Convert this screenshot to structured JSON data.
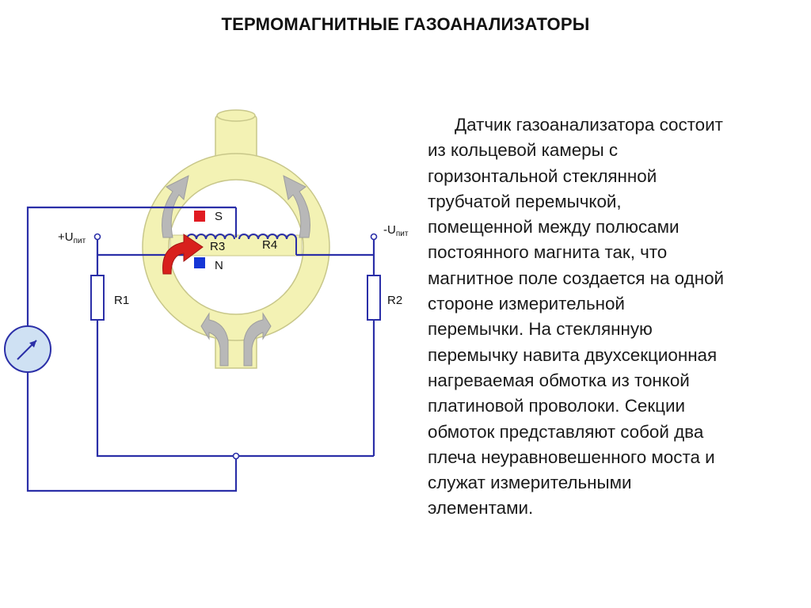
{
  "title": "ТЕРМОМАГНИТНЫЕ ГАЗОАНАЛИЗАТОРЫ",
  "diagram": {
    "labels": {
      "supply_plus": "+U",
      "supply_plus_sub": "пит",
      "supply_minus": "-U",
      "supply_minus_sub": "пит",
      "r1": "R1",
      "r2": "R2",
      "r3": "R3",
      "r4": "R4",
      "pole_s": "S",
      "pole_n": "N"
    },
    "colors": {
      "wire": "#2b2fa8",
      "chamber": "#f3f2b4",
      "chamber_stroke": "#c8c78a",
      "gas_arrow": "#b8b8b8",
      "heated_arrow": "#d8201c",
      "pole_s": "#e01b22",
      "pole_n": "#1536d6",
      "meter": "#cfe1f3"
    },
    "icons": [
      "galvanometer-icon",
      "flow-arrow-icon",
      "heated-flow-arrow-icon",
      "magnet-pole-icon"
    ]
  },
  "description_lines": [
    "Датчик газоанализатора состоит",
    "из кольцевой камеры с",
    "горизонтальной стеклянной",
    "трубчатой перемычкой,",
    "помещенной между полюсами",
    "постоянного магнита так, что",
    "магнитное поле создается на одной",
    "стороне измерительной",
    "перемычки. На стеклянную",
    "перемычку навита двухсекционная",
    "нагреваемая обмотка из тонкой",
    "платиновой проволоки. Секции",
    "обмоток представляют собой два",
    "плеча неуравновешенного моста и",
    "служат измерительными",
    "элементами."
  ]
}
